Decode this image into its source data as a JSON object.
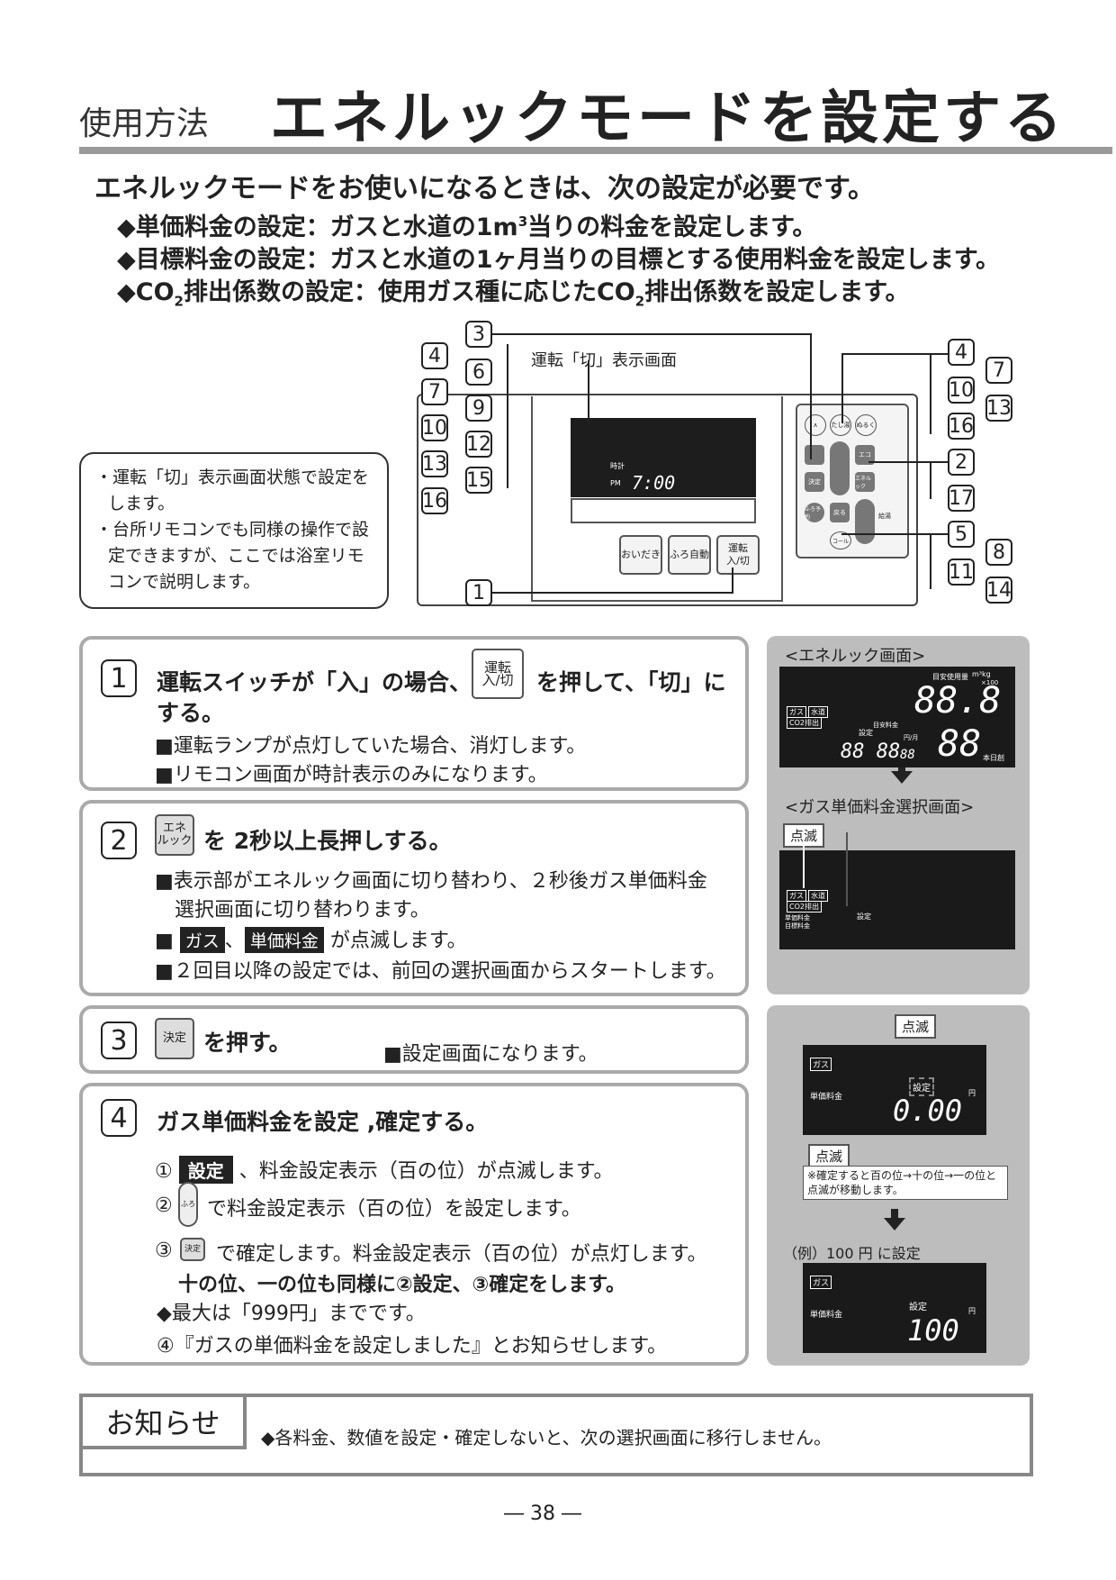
{
  "header": {
    "section": "使用方法",
    "title": "エネルックモードを設定する"
  },
  "lead": "エネルックモードをお使いになるときは、次の設定が必要です。",
  "requirements": [
    {
      "label": "◆単価料金の設定：ガスと水道の1m",
      "sup": "3",
      "rest": "当りの料金を設定します。"
    },
    {
      "label": "◆目標料金の設定：ガスと水道の1ヶ月当りの目標とする使用料金を設定します。"
    },
    {
      "label": "◆CO",
      "sub": "2",
      "rest": "排出係数の設定：使用ガス種に応じたCO",
      "sub2": "2",
      "rest2": "排出係数を設定します。"
    }
  ],
  "note": [
    "・運転「切」表示画面状態で設定をします。",
    "・台所リモコンでも同様の操作で設定できますが、ここでは浴室リモコンで説明します。"
  ],
  "diagram": {
    "screen_label": "運転「切」表示画面",
    "clock_label": "時計",
    "pm_label": "PM",
    "time": "7:00",
    "buttons": [
      "おいだき",
      "ふろ自動",
      "運転\n入/切"
    ],
    "right_keys": [
      "たし湯",
      "ぬるく",
      "エコ",
      "決定",
      "エネルック",
      "ふろ予約",
      "戻る",
      "給湯",
      "コール"
    ],
    "left_numbers": [
      "3",
      "4",
      "6",
      "7",
      "9",
      "10",
      "12",
      "13",
      "15",
      "16",
      "1"
    ],
    "right_numbers": [
      "4",
      "7",
      "10",
      "13",
      "16",
      "2",
      "17",
      "5",
      "8",
      "11",
      "14"
    ]
  },
  "steps": {
    "s1": {
      "num": "1",
      "title_a": "運転スイッチが「入」の場合、",
      "key": "運転\n入/切",
      "title_b": "を押して、「切」に",
      "title_c": "する。",
      "bullets": [
        "■運転ランプが点灯していた場合、消灯します。",
        "■リモコン画面が時計表示のみになります。"
      ]
    },
    "s2": {
      "num": "2",
      "key": "エネ\nルック",
      "title": "を 2秒以上長押しする。",
      "bullet1": "■表示部がエネルック画面に切り替わり、２秒後ガス単価料金",
      "bullet1b": "選択画面に切り替わります。",
      "chip_gas": "ガス",
      "chip_sep": "、",
      "chip_unit": "単価料金",
      "chip_tail": "が点滅します。",
      "bullet3": "■２回目以降の設定では、前回の選択画面からスタートします。"
    },
    "s3": {
      "num": "3",
      "key": "決定",
      "title": "を押す。",
      "bullet": "■設定画面になります。"
    },
    "s4": {
      "num": "4",
      "title": "ガス単価料金を設定 ,確定する。",
      "i1_num": "①",
      "i1_chip": "設定",
      "i1_text": "、料金設定表示（百の位）が点滅します。",
      "i2_num": "②",
      "i2_key": "ふろ",
      "i2_text": "で料金設定表示（百の位）を設定します。",
      "i3_num": "③",
      "i3_key": "決定",
      "i3_text": "で確定します。料金設定表示（百の位）が点灯します。",
      "i3_sub": "十の位、一の位も同様に②設定、③確定をします。",
      "i4": "◆最大は「999円」までです。",
      "i5": "④『ガスの単価料金を設定しました』とお知らせします。"
    }
  },
  "panels": {
    "p1_title": "<エネルック画面>",
    "p1_usage": "目安使用量",
    "p1_unit_top": "m³kg",
    "p1_x100": "×100",
    "p1_big1": "88.8",
    "p1_big2": "88",
    "p1_today": "本日創",
    "p1_set": "設定",
    "p1_target": "目安料金",
    "p1_yen": "円/月",
    "p1_small": "88 88",
    "p1_small2": "88",
    "p1_lbl_gas": "ガス",
    "p1_lbl_water": "水道",
    "p1_lbl_co2": "CO2排出",
    "p2_title": "<ガス単価料金選択画面>",
    "blink": "点滅",
    "p2_lbl_gas": "ガス",
    "p2_lbl_water": "水道",
    "p2_lbl_co2": "CO2排出",
    "p2_unit": "単価料金",
    "p2_target": "目標料金",
    "p2_set": "設定",
    "p3_blink": "点滅",
    "p3_gas": "ガス",
    "p3_unit": "単価料金",
    "p3_set": "設定",
    "p3_val": "0.00",
    "p3_yen": "円",
    "p3_blink2": "点滅",
    "p3_note": "※確定すると百の位→十の位→一の位と点滅が移動します。",
    "p3_example": "（例）100 円 に設定",
    "p4_gas": "ガス",
    "p4_unit": "単価料金",
    "p4_set": "設定",
    "p4_val": "100",
    "p4_yen": "円"
  },
  "notice": {
    "tag": "お知らせ",
    "text": "◆各料金、数値を設定・確定しないと、次の選択画面に移行しません。"
  },
  "page": "― 38 ―"
}
